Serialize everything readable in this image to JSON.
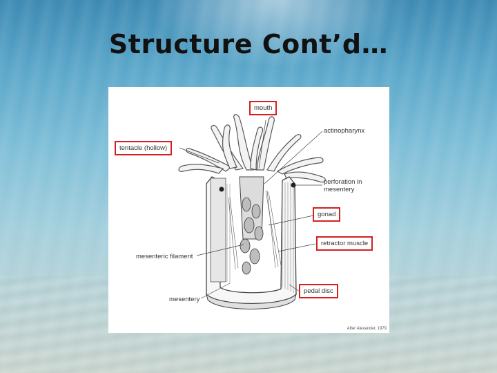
{
  "slide": {
    "title": "Structure Cont’d…"
  },
  "diagram": {
    "labels": {
      "mouth": "mouth",
      "actinopharynx": "actinopharynx",
      "tentacle": "tentacle (hollow)",
      "perforation_line1": "perforation in",
      "perforation_line2": "mesentery",
      "gonad": "gonad",
      "retractor_muscle": "retractor muscle",
      "mesenteric_filament": "mesenteric filament",
      "pedal_disc": "pedal disc",
      "mesentery": "mesentery"
    },
    "credit": "After Alexander, 1979",
    "highlight_color": "#d42020"
  }
}
